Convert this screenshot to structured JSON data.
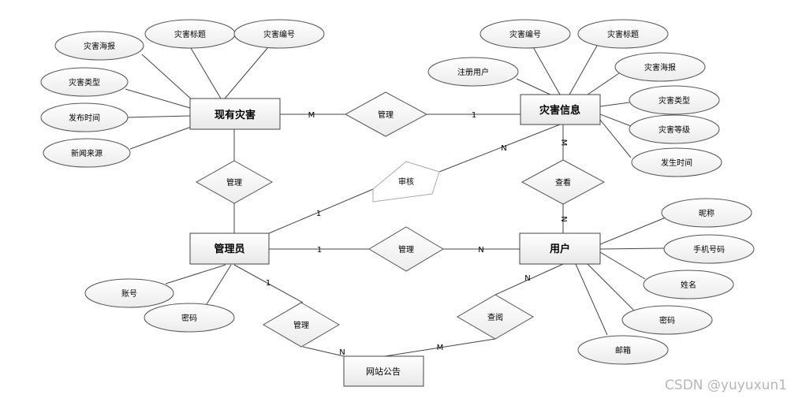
{
  "entities": {
    "current_disaster": "现有灾害",
    "disaster_info": "灾害信息",
    "admin": "管理员",
    "user": "用户",
    "site_notice": "网站公告"
  },
  "relationships": {
    "manage_top": "管理",
    "manage_left": "管理",
    "review": "审核",
    "view": "查看",
    "manage_mid": "管理",
    "manage_notice": "管理",
    "browse_notice": "查阅"
  },
  "attributes": {
    "current_disaster": [
      "灾害海报",
      "灾害标题",
      "灾害编号",
      "灾害类型",
      "发布时间",
      "新闻来源"
    ],
    "disaster_info": [
      "灾害编号",
      "灾害标题",
      "注册用户",
      "灾害海报",
      "灾害类型",
      "灾害等级",
      "发生时间"
    ],
    "user": [
      "昵称",
      "手机号码",
      "姓名",
      "密码",
      "邮箱"
    ],
    "admin": [
      "账号",
      "密码"
    ]
  },
  "cardinalities": {
    "cd_manage": "M",
    "di_manage": "1",
    "review_admin": "1",
    "review_info": "N",
    "view_info": "M",
    "view_user": "N",
    "admin_manage": "1",
    "user_manage": "N",
    "admin_notice": "1",
    "notice_admin": "N",
    "notice_user": "M",
    "user_notice": "N"
  },
  "watermark": "CSDN @yuyuxun1"
}
